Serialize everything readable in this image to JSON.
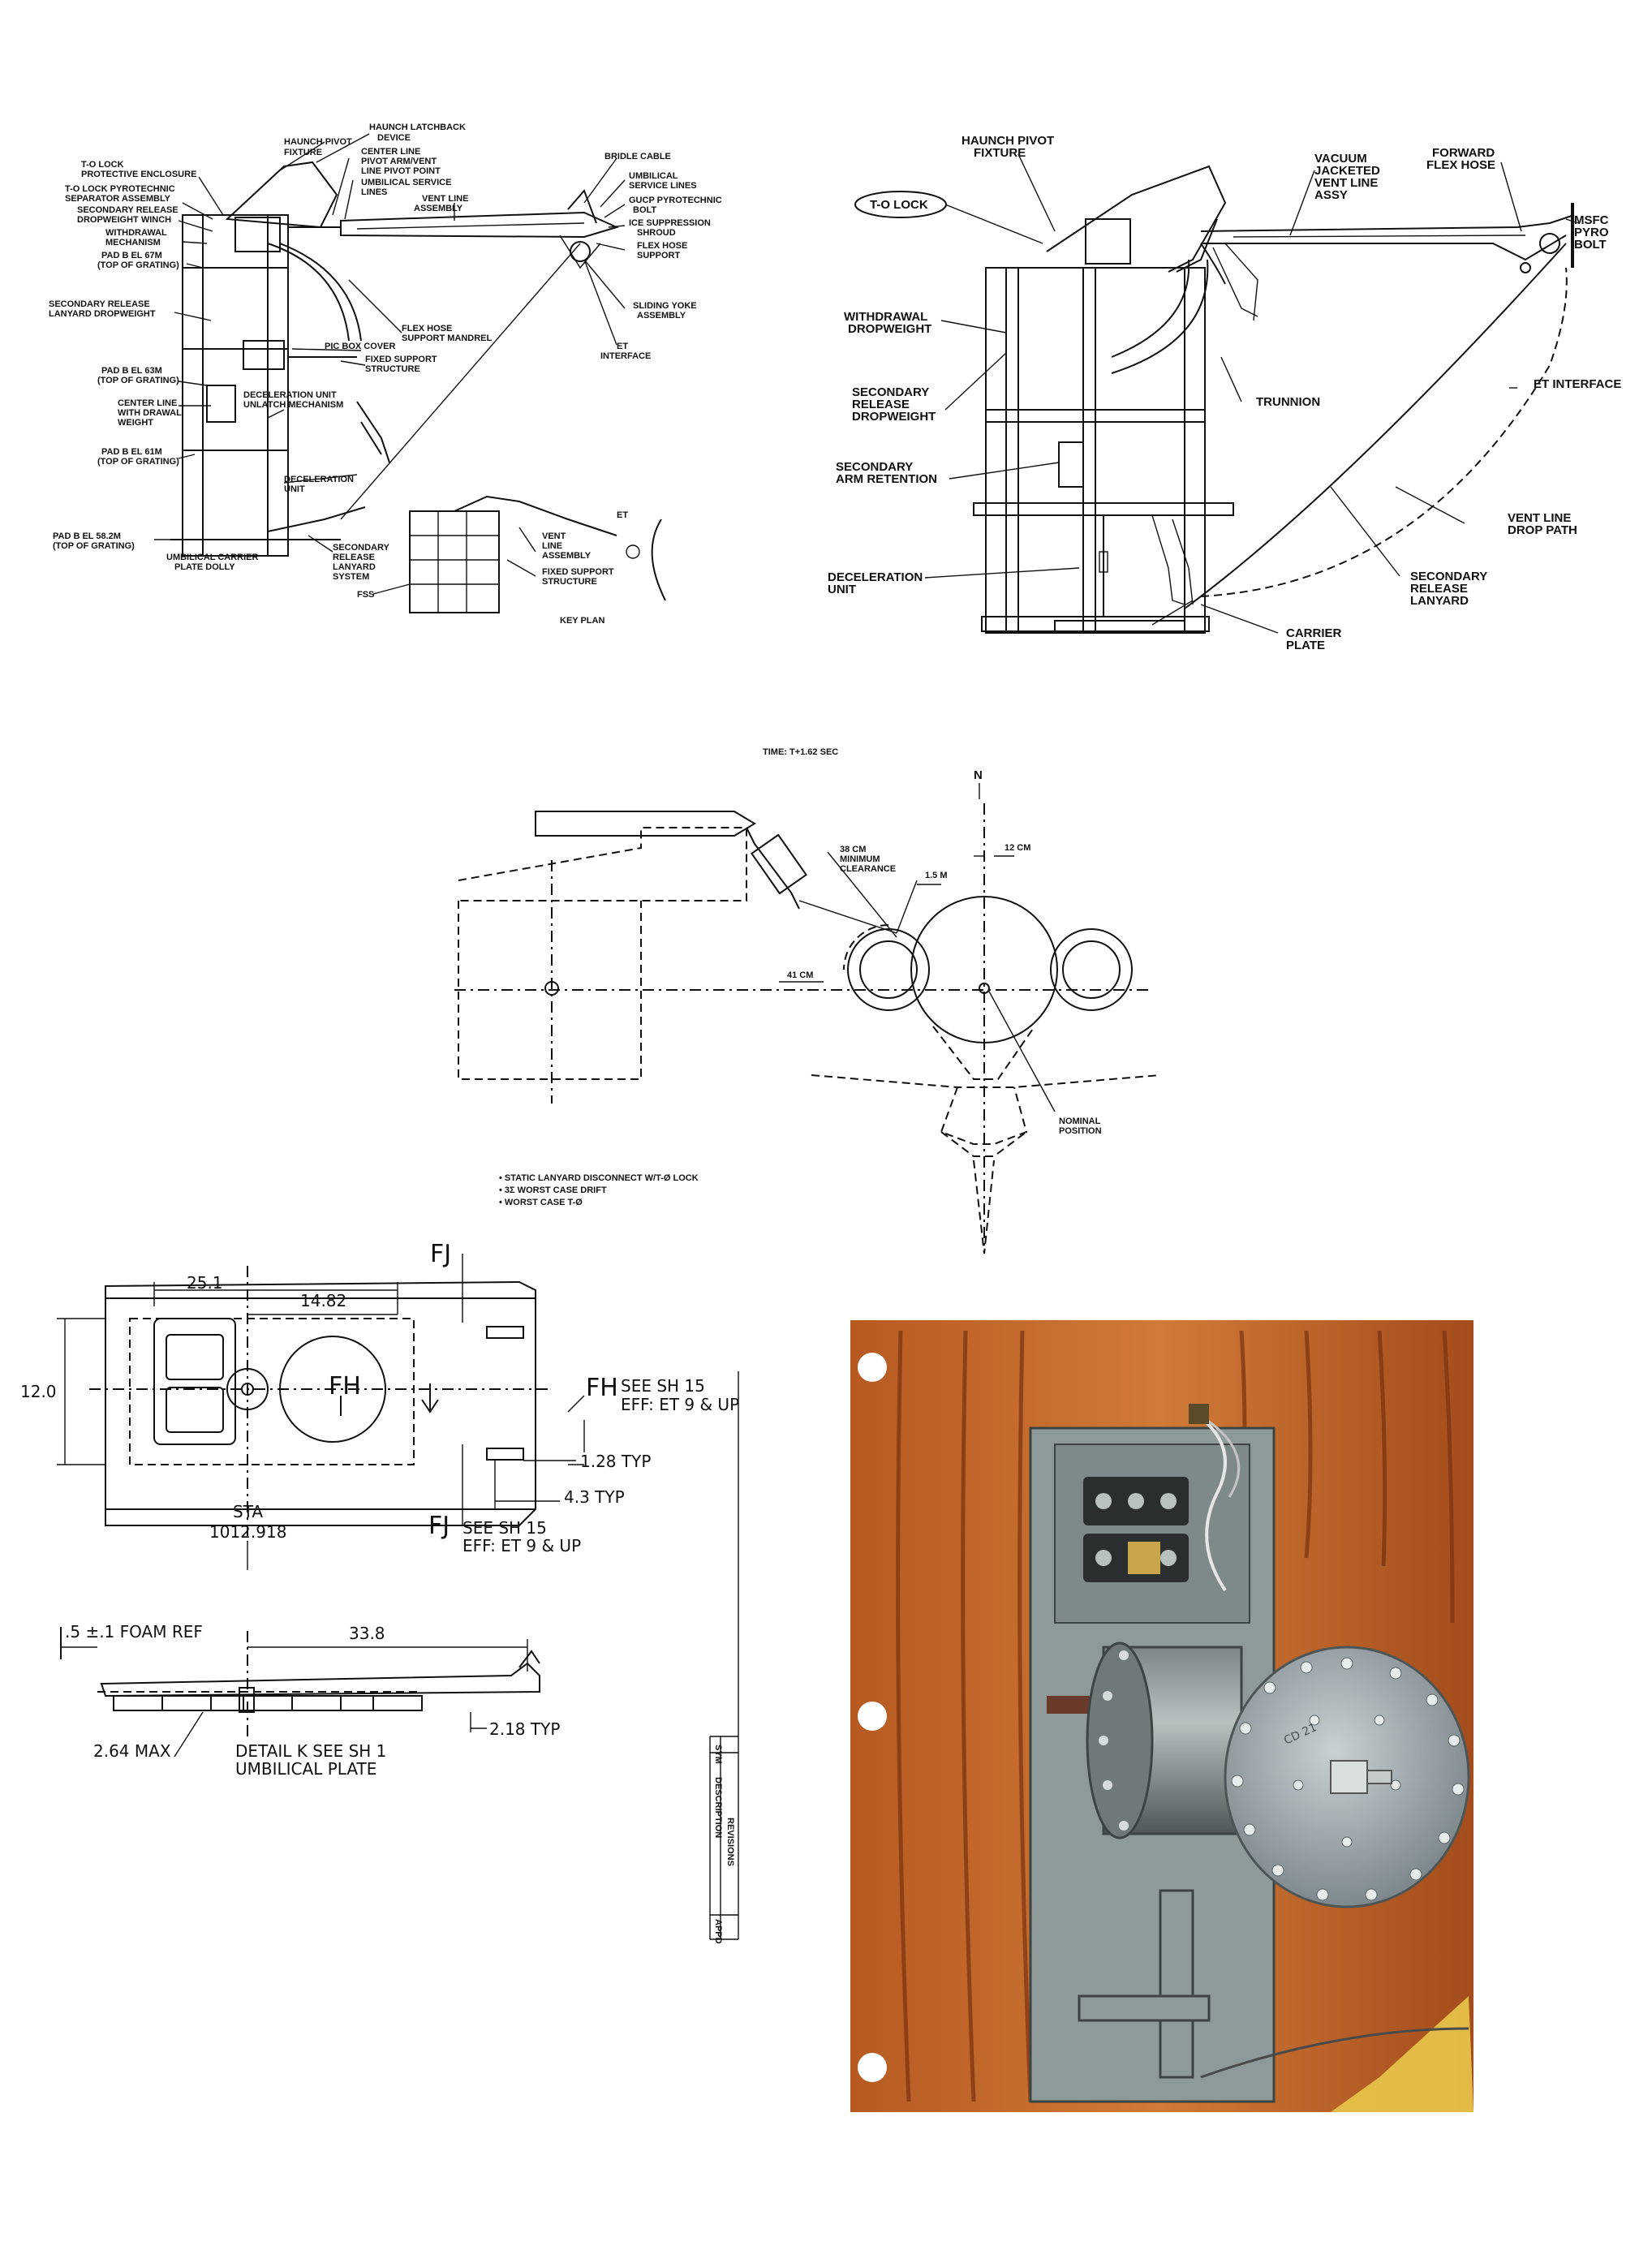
{
  "panel_a": {
    "labels": [
      "HAUNCH PIVOT",
      "FIXTURE",
      "HAUNCH LATCHBACK",
      "DEVICE",
      "CENTER LINE",
      "PIVOT ARM/VENT",
      "LINE PIVOT POINT",
      "UMBILICAL SERVICE",
      "LINES",
      "VENT LINE",
      "ASSEMBLY",
      "T-O LOCK",
      "PROTECTIVE ENCLOSURE",
      "T-O LOCK PYROTECHNIC",
      "SEPARATOR ASSEMBLY",
      "SECONDARY RELEASE",
      "DROPWEIGHT WINCH",
      "WITHDRAWAL",
      "MECHANISM",
      "PAD B EL 67m",
      "(TOP OF GRATING)",
      "SECONDARY RELEASE",
      "LANYARD DROPWEIGHT",
      "PAD B EL 63m",
      "(TOP OF GRATING)",
      "CENTER LINE",
      "WITH DRAWAL",
      "WEIGHT",
      "PAD B EL 61m",
      "(TOP OF GRATING)",
      "PAD B EL 58.2m",
      "(TOP OF GRATING)",
      "UMBILICAL CARRIER",
      "PLATE DOLLY",
      "BRIDLE CABLE",
      "UMBILICAL",
      "SERVICE LINES",
      "GUCP PYROTECHNIC",
      "BOLT",
      "ICE SUPPRESSION",
      "SHROUD",
      "FLEX HOSE",
      "SUPPORT",
      "SLIDING YOKE",
      "ASSEMBLY",
      "ET",
      "INTERFACE",
      "FLEX HOSE",
      "SUPPORT MANDREL",
      "PIC BOX COVER",
      "FIXED SUPPORT",
      "STRUCTURE",
      "DECELERATION UNIT",
      "UNLATCH MECHANISM",
      "DECELERATION",
      "UNIT",
      "SECONDARY",
      "RELEASE",
      "LANYARD",
      "SYSTEM",
      "VENT",
      "LINE",
      "ASSEMBLY",
      "FIXED SUPPORT",
      "STRUCTURE",
      "FSS",
      "ET",
      "KEY PLAN"
    ]
  },
  "panel_b": {
    "labels": [
      "HAUNCH PIVOT",
      "FIXTURE",
      "VACUUM",
      "JACKETED",
      "VENT LINE",
      "ASSY",
      "FORWARD",
      "FLEX HOSE",
      "MSFC",
      "PYRO",
      "BOLT",
      "T-O LOCK",
      "WITHDRAWAL",
      "DROPWEIGHT",
      "SECONDARY",
      "RELEASE",
      "DROPWEIGHT",
      "SECONDARY",
      "ARM RETENTION",
      "DECELERATION",
      "UNIT",
      "TRUNNION",
      "ET INTERFACE",
      "VENT LINE",
      "DROP PATH",
      "SECONDARY",
      "RELEASE",
      "LANYARD",
      "CARRIER",
      "PLATE"
    ]
  },
  "panel_c": {
    "time": "TIME: T+1.62 SEC",
    "north": "N",
    "clearance": [
      "38 cm",
      "MINIMUM",
      "CLEARANCE"
    ],
    "dim_15m": "1.5 m",
    "dim_12cm": "12 cm",
    "dim_41cm": "41 cm",
    "nominal": [
      "NOMINAL",
      "POSITION"
    ],
    "notes": [
      "• STATIC LANYARD DISCONNECT W/T-Ø LOCK",
      "• 3σ WORST CASE DRIFT",
      "• WORST CASE T-Ø"
    ]
  },
  "panel_d": {
    "dim_251": "25.1",
    "dim_1482": "14.82",
    "fj_top": "FJ",
    "fh_center": "FH",
    "dim_120": "12.0",
    "fh_note_title": "FH",
    "fh_note_1": "SEE SH 15",
    "fh_note_2": "EFF: ET 9 & UP",
    "dim_128": "1.28 TYP",
    "dim_43": "4.3 TYP",
    "sta": "STA",
    "sta_value": "1012.918",
    "fj_bottom": "FJ",
    "fj_note_1": "SEE SH 15",
    "fj_note_2": "EFF: ET 9 & UP",
    "foam": ".5 ±.1 FOAM REF",
    "dim_338": "33.8",
    "dim_264": "2.64 MAX",
    "dim_218": "2.18 TYP",
    "detail_1": "DETAIL K SEE SH 1",
    "detail_2": "UMBILICAL PLATE",
    "rev_labels": [
      "SYM",
      "DESCRIPTION",
      "REVISIONS",
      "APPD"
    ]
  },
  "panel_e": {
    "colors": {
      "foam": "#c86a2a",
      "foam_dark": "#8a3c12",
      "metal": "#8e9a9a",
      "metal_dark": "#4d5656",
      "disc": "#a9b3b6"
    },
    "plate_marking": "CD 21"
  }
}
